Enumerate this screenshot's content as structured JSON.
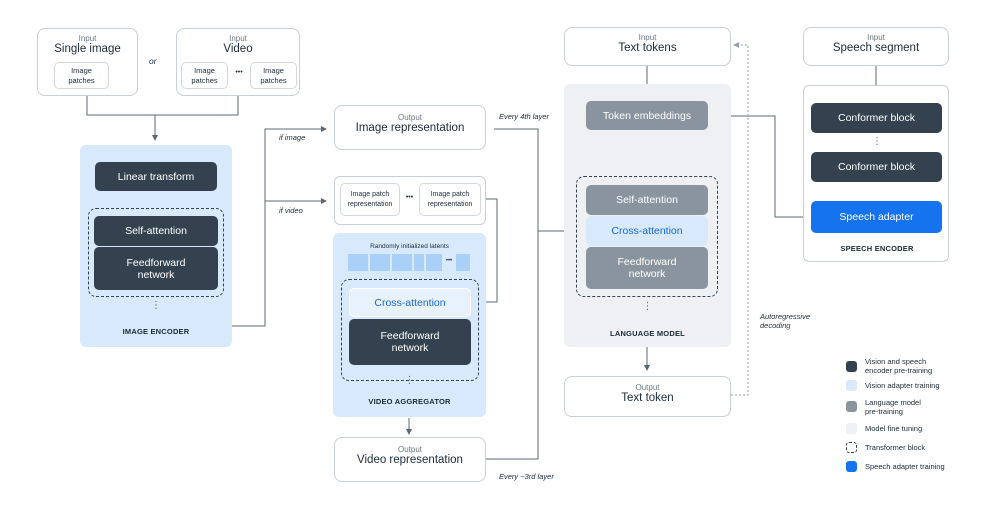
{
  "input_image": {
    "small": "Input",
    "title": "Single image",
    "patch": "Image\npatches"
  },
  "or_label": "or",
  "input_video": {
    "small": "Input",
    "title": "Video",
    "patch1": "Image\npatches",
    "ellipsis": "•••",
    "patch2": "Image\npatches"
  },
  "image_encoder": {
    "linear": "Linear transform",
    "self_attention": "Self-attention",
    "feedforward": "Feedforward\nnetwork",
    "dots": "⋮",
    "caption": "IMAGE ENCODER"
  },
  "edge_labels": {
    "if_image": "if image",
    "if_video": "if video",
    "every_4th": "Every 4th layer",
    "every_3rd": "Every ~3rd layer",
    "autoregressive": "Autoregressive\ndecoding"
  },
  "output_image_rep": {
    "small": "Output",
    "title": "Image representation"
  },
  "video_patches": {
    "p1": "Image patch\nrepresentation",
    "ellipsis": "•••",
    "p2": "Image patch\nrepresentation"
  },
  "video_aggregator": {
    "latents_label": "Randomly initialized latents",
    "latents_ellipsis": "•••",
    "cross_attention": "Cross-attention",
    "feedforward": "Feedforward\nnetwork",
    "dots": "⋮",
    "caption": "VIDEO AGGREGATOR"
  },
  "output_video_rep": {
    "small": "Output",
    "title": "Video representation"
  },
  "input_text": {
    "small": "Input",
    "title": "Text tokens"
  },
  "language_model": {
    "token_embeddings": "Token embeddings",
    "self_attention": "Self-attention",
    "cross_attention": "Cross-attention",
    "feedforward": "Feedforward\nnetwork",
    "dots": "⋮",
    "caption": "LANGUAGE MODEL"
  },
  "output_text": {
    "small": "Output",
    "title": "Text token"
  },
  "input_speech": {
    "small": "Input",
    "title": "Speech segment"
  },
  "speech_encoder": {
    "conformer1": "Conformer block",
    "dots": "⋮",
    "conformer2": "Conformer block",
    "adapter": "Speech adapter",
    "caption": "SPEECH ENCODER"
  },
  "legend": [
    {
      "label": "Vision and speech\nencoder pre-training",
      "color": "#34424f",
      "style": "solid"
    },
    {
      "label": "Vision adapter training",
      "color": "#d7e9fb",
      "style": "solid"
    },
    {
      "label": "Language model\npre-training",
      "color": "#8a949f",
      "style": "solid"
    },
    {
      "label": "Model fine tuning",
      "color": "#eef0f3",
      "style": "solid"
    },
    {
      "label": "Transformer block",
      "color": "#ffffff",
      "style": "dashed"
    },
    {
      "label": "Speech adapter training",
      "color": "#1673f0",
      "style": "solid"
    }
  ],
  "colors": {
    "dark": "#34424f",
    "vision_adapter": "#d7e9fb",
    "lm": "#8a949f",
    "finetune": "#eef0f3",
    "speech_adapter": "#1673f0",
    "cross_attention_text": "#1769d9"
  }
}
